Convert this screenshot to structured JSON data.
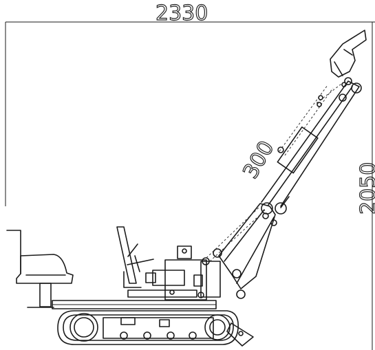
{
  "drawing": {
    "dimensions": {
      "overall_length": "2330",
      "max_height": "2050",
      "boom_swing": "300"
    },
    "subject": "mini-excavator-side-view-line-drawing"
  }
}
